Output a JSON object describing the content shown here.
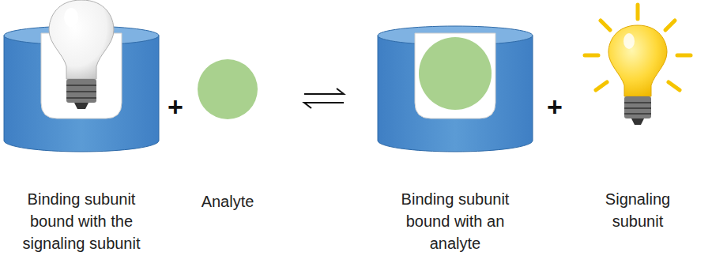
{
  "diagram": {
    "labels": [
      "Binding subunit bound with the signaling subunit",
      "+",
      "Analyte",
      "Binding subunit bound with an analyte",
      "+",
      "Signaling subunit"
    ]
  }
}
